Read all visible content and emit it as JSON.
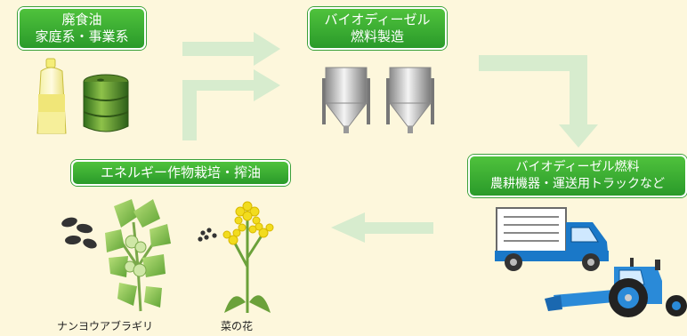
{
  "labels": {
    "waste_oil": {
      "line1": "廃食油",
      "line2": "家庭系・事業系"
    },
    "biodiesel_production": {
      "line1": "バイオディーゼル",
      "line2": "燃料製造"
    },
    "biodiesel_fuel": {
      "line1": "バイオディーゼル燃料",
      "line2": "農耕機器・運送用トラックなど"
    },
    "energy_crops": {
      "line1": "エネルギー作物栽培・搾油"
    }
  },
  "captions": {
    "plant1": "ナンヨウアブラギリ",
    "plant2": "菜の花"
  },
  "colors": {
    "background": "#fdf7dc",
    "label_green": "#3cae34",
    "arrow": "#d7ecce",
    "truck_blue": "#1a78c8",
    "tractor_blue": "#2a8ad8"
  }
}
